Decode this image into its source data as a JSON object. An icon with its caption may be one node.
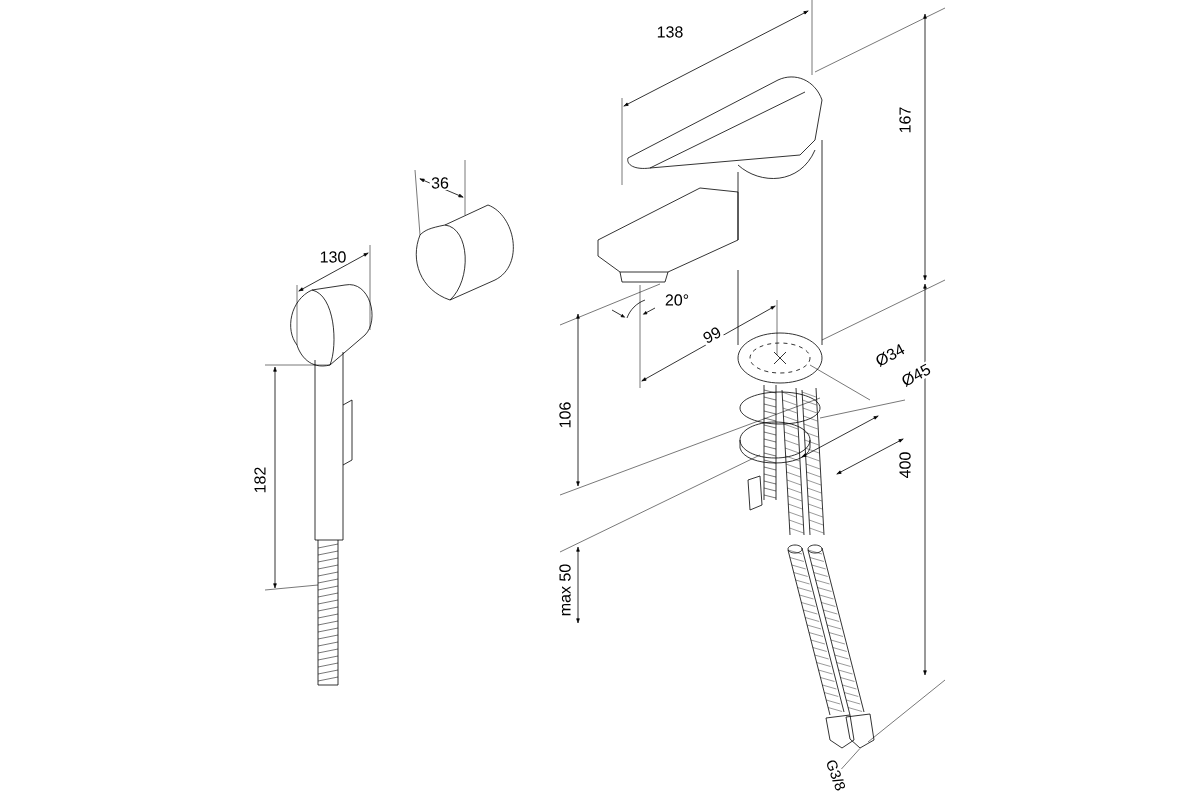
{
  "diagram": {
    "nodes": [
      {
        "text": [
          "G3/8"
        ]
      },
      {
        "text": [],
        "shape": "picture"
      }
    ],
    "edges": [
      {
        "from": 0,
        "to": 1,
        "arrow": "none"
      }
    ],
    "labels": [
      "138",
      "36",
      "167",
      "130",
      "20°",
      "99",
      "Ø34",
      "Ø45",
      "106",
      "182",
      "400",
      "max 50"
    ]
  }
}
